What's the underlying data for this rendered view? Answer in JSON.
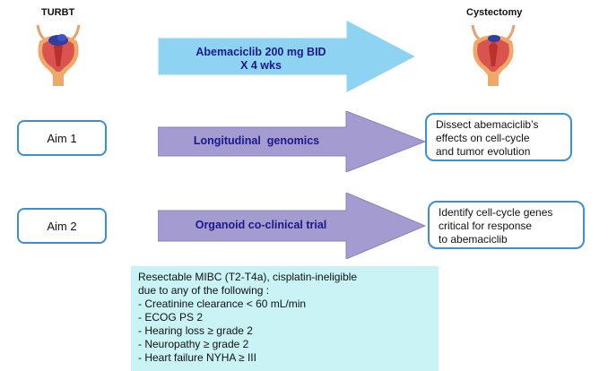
{
  "headings": {
    "left": "TURBT",
    "right": "Cystectomy"
  },
  "arrows": {
    "top": {
      "lines": [
        "Abemaciclib 200 mg BID",
        "X 4 wks"
      ],
      "color": "#8fd3f2"
    },
    "middle": {
      "label": "Longitudinal  genomics",
      "color": "#a49bd0"
    },
    "bottom": {
      "label": "Organoid co-clinical trial",
      "color": "#a49bd0"
    }
  },
  "aims": [
    {
      "label": "Aim 1"
    },
    {
      "label": "Aim 2"
    }
  ],
  "results": [
    {
      "lines": [
        "Dissect abemaciclib’s",
        "effects on cell-cycle",
        "and tumor evolution"
      ]
    },
    {
      "lines": [
        "Identify cell-cycle genes",
        "critical for response",
        "to abemaciclib"
      ]
    }
  ],
  "criteria": {
    "lines": [
      "Resectable MIBC (T2-T4a), cisplatin-ineligible",
      "due to any of the following :",
      "- Creatinine clearance < 60 mL/min",
      "- ECOG PS 2",
      "- Hearing loss ≥ grade 2",
      "- Neuropathy ≥ grade 2",
      "- Heart failure NYHA ≥ III"
    ],
    "background": "#c9f3f5"
  },
  "colors": {
    "box_border": "#3a8fd8",
    "arrow_text": "#1a1a8c",
    "bladder": "#d9534f",
    "tumor": "#2e3fa3"
  }
}
